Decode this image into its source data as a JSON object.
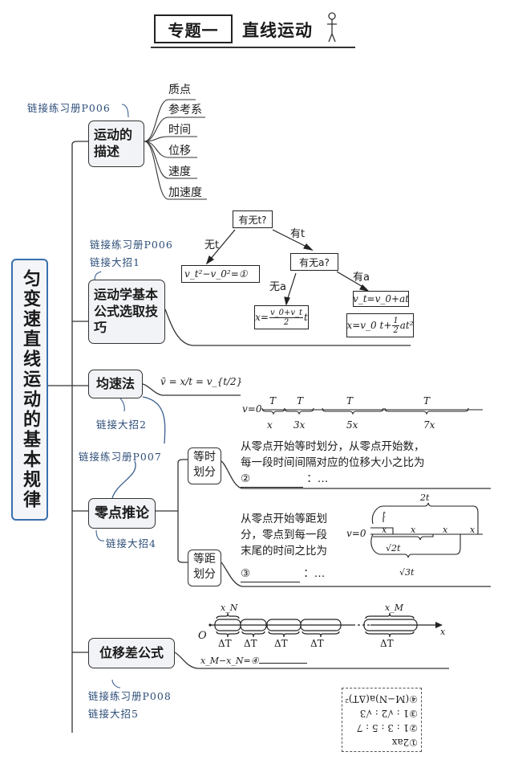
{
  "header": {
    "topic_label": "专题一",
    "title": "直线运动"
  },
  "root": {
    "label": "匀变速直线运动的基本规律"
  },
  "branches": {
    "description": {
      "label": "运动的描述",
      "link": "链接练习册P006",
      "items": [
        "质点",
        "参考系",
        "时间",
        "位移",
        "速度",
        "加速度"
      ]
    },
    "formula_choice": {
      "label": "运动学基本公式选取技巧",
      "links": [
        "链接练习册P006",
        "链接大招1"
      ],
      "q1": "有无t?",
      "no_t": "无t",
      "has_t": "有t",
      "formula_no_t": "v_t²−v_0²=①",
      "q2": "有无a?",
      "no_a": "无a",
      "has_a": "有a",
      "formula_no_a_lhs": "x=",
      "formula_no_a_num": "v_0+v_t",
      "formula_no_a_den": "2",
      "formula_no_a_rhs": "t",
      "formula_has_a_1": "v_t=v_0+at",
      "formula_has_a_2_lhs": "x=v_0 t+",
      "formula_has_a_2_num": "1",
      "formula_has_a_2_den": "2",
      "formula_has_a_2_rhs": "at²"
    },
    "average_velocity": {
      "label": "均速法",
      "link": "链接大招2",
      "formula": "v̄ = x/t = v_{t/2}"
    },
    "zero_point": {
      "label": "零点推论",
      "links": [
        "链接练习册P007",
        "链接大招4"
      ],
      "equal_time": {
        "label": "等时划分",
        "diagram": {
          "start": "v=0",
          "periods": [
            "T",
            "T",
            "T",
            "T"
          ],
          "displacements": [
            "x",
            "3x",
            "5x",
            "7x"
          ]
        },
        "text_lines": [
          "从零点开始等时划分，从零点开始数，",
          "每一段时间间隔对应的位移大小之比为"
        ],
        "blank_marker": "②",
        "tail": "：…"
      },
      "equal_distance": {
        "label": "等距划分",
        "text_lines": [
          "从零点开始等距划",
          "分，零点到每一段",
          "末尾的时间之比为"
        ],
        "blank_marker": "③",
        "tail": "：…",
        "diagram": {
          "start": "v=0",
          "segments": [
            "x",
            "x",
            "x",
            "x"
          ],
          "times": [
            "t",
            "√2t",
            "√3t",
            "2t"
          ]
        }
      }
    },
    "displacement_diff": {
      "label": "位移差公式",
      "links": [
        "链接练习册P008",
        "链接大招5"
      ],
      "diagram": {
        "origin": "O",
        "axis": "x",
        "first_label": "x_N",
        "last_label": "x_M",
        "interval": "ΔT"
      },
      "formula": "x_M−x_N=④"
    }
  },
  "answers": [
    "①2ax",
    "②1 : 3 : 5 : 7",
    "③1 : √2 : √3",
    "④(M−N)a(ΔT)²"
  ]
}
